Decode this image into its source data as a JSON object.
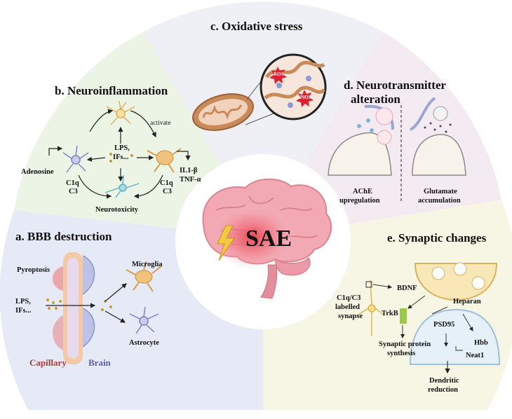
{
  "center": {
    "label": "SAE"
  },
  "sections": {
    "a": {
      "title": "a. BBB destruction",
      "pyroptosis": "Pyroptosis",
      "lps_line1": "LPS,",
      "lps_line2": "IFs...",
      "microglia": "Microglia",
      "astrocyte": "Astrocyte",
      "capillary": "Capillary",
      "brain": "Brain"
    },
    "b": {
      "title": "b. Neuroinflammation",
      "activate": "activate",
      "lps_line1": "LPS,",
      "lps_line2": "IFs...",
      "adenosine": "Adenosine",
      "c1q_left": "C1q",
      "c3_left": "C3",
      "c1q_right": "C1q",
      "c3_right": "C3",
      "il1b": "IL1-β",
      "tnfa": "TNF-α",
      "neurotoxicity": "Neurotoxicity"
    },
    "c": {
      "title": "c. Oxidative stress",
      "ros": "ROS",
      "inos": "iNOS"
    },
    "d": {
      "title_line1": "d. Neurotransmitter",
      "title_line2": "alteration",
      "ache_line1": "AChE",
      "ache_line2": "upregulation",
      "glu_line1": "Glutamate",
      "glu_line2": "accumulation"
    },
    "e": {
      "title": "e. Synaptic changes",
      "bdnf": "BDNF",
      "heparan": "Heparan",
      "trkb": "TrkB",
      "psd95": "PSD95",
      "hbb": "Hbb",
      "neat1": "Neat1",
      "c1q_line1": "C1q/C3",
      "c1q_line2": "labelled",
      "c1q_line3": "synapse",
      "syn_line1": "Synaptic protein",
      "syn_line2": "synthesis",
      "dend_line1": "Dendritic",
      "dend_line2": "reduction"
    }
  },
  "colors": {
    "sector_a": "#e6eaf6",
    "sector_b": "#ecf4e6",
    "sector_c": "#eef0f5",
    "sector_d": "#f3eaf2",
    "sector_e": "#f7f5e4",
    "brain": "#f2a9b3",
    "glow": "#e8404f",
    "capillary": "#b03a3a",
    "brain_text": "#5b5ea6",
    "mito": "#c98a5a",
    "ros": "#e02030"
  }
}
